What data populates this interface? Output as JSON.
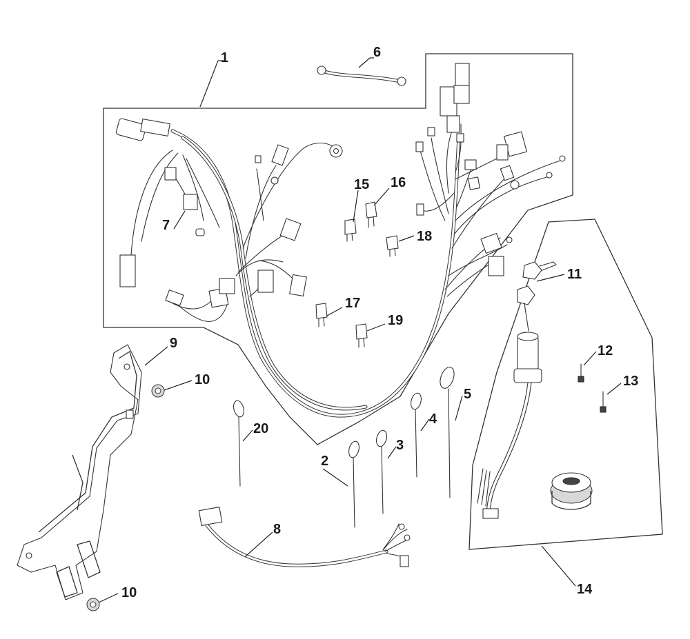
{
  "callouts": {
    "c1": "1",
    "c2": "2",
    "c3": "3",
    "c4": "4",
    "c5": "5",
    "c6": "6",
    "c7": "7",
    "c8": "8",
    "c9": "9",
    "c10a": "10",
    "c10b": "10",
    "c11": "11",
    "c12": "12",
    "c13": "13",
    "c14": "14",
    "c15": "15",
    "c16": "16",
    "c17": "17",
    "c18": "18",
    "c19": "19",
    "c20": "20"
  }
}
